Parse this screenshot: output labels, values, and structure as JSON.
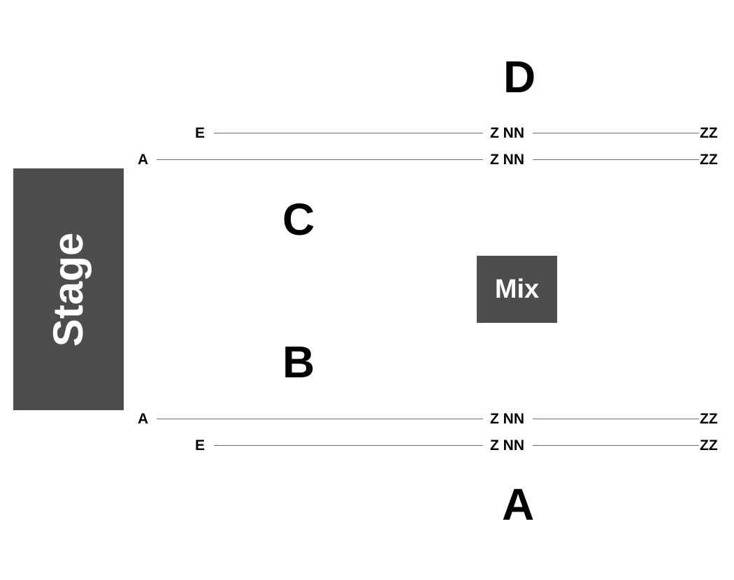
{
  "stage": {
    "label": "Stage"
  },
  "mix": {
    "label": "Mix"
  },
  "sections": {
    "top": "D",
    "left_upper": "C",
    "left_lower": "B",
    "bottom": "A"
  },
  "rows": {
    "top_outer": {
      "start": "E",
      "mid": "Z NN",
      "end": "ZZ"
    },
    "top_inner": {
      "start": "A",
      "mid": "Z NN",
      "end": "ZZ"
    },
    "bottom_inner": {
      "start": "A",
      "mid": "Z NN",
      "end": "ZZ"
    },
    "bottom_outer": {
      "start": "E",
      "mid": "Z NN",
      "end": "ZZ"
    }
  },
  "colors": {
    "block": "#4d4d4d",
    "block_text": "#ffffff",
    "line": "#6e6e6e",
    "text": "#000000"
  }
}
